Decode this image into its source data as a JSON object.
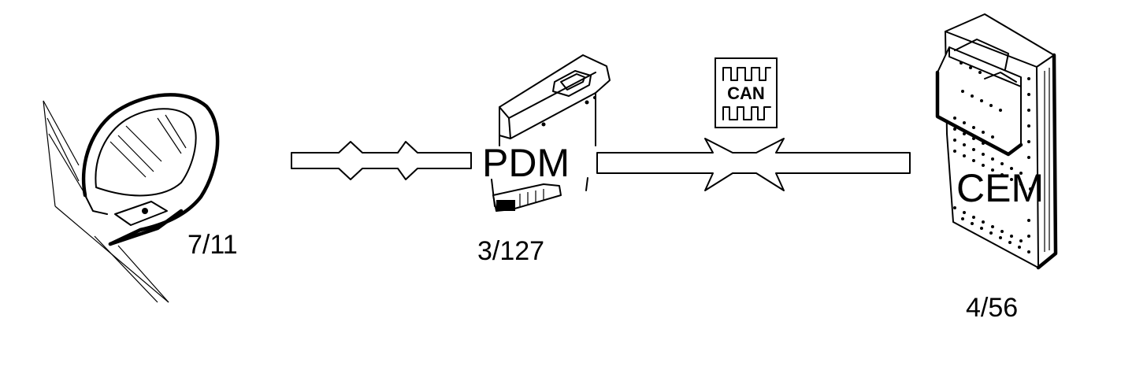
{
  "mirror": {
    "ref": "7/11"
  },
  "pdm": {
    "label": "PDM",
    "ref": "3/127"
  },
  "cem": {
    "label": "CEM",
    "ref": "4/56"
  },
  "can_symbol": {
    "label": "CAN"
  },
  "colors": {
    "ink": "#000000",
    "background": "#ffffff"
  }
}
